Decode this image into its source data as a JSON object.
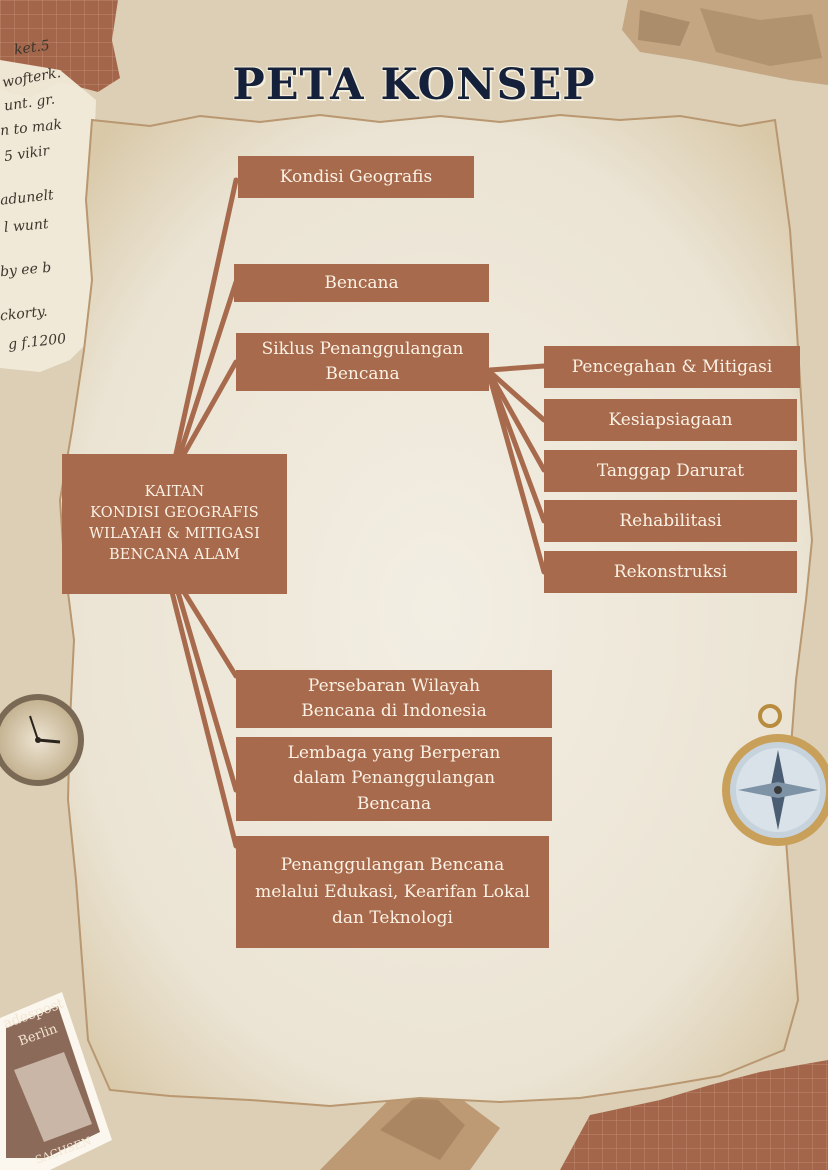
{
  "page": {
    "title": "PETA KONSEP"
  },
  "central_node": {
    "label": "KAITAN\nKONDISI GEOGRAFIS\nWILAYAH & MITIGASI\nBENCANA ALAM"
  },
  "upper_nodes": [
    {
      "label": "Kondisi Geografis"
    },
    {
      "label": "Bencana"
    },
    {
      "label": "Siklus Penanggulangan\nBencana"
    }
  ],
  "cycle_nodes": [
    {
      "label": "Pencegahan & Mitigasi"
    },
    {
      "label": "Kesiapsiagaan"
    },
    {
      "label": "Tanggap Darurat"
    },
    {
      "label": "Rehabilitasi"
    },
    {
      "label": "Rekonstruksi"
    }
  ],
  "lower_nodes": [
    {
      "label": "Persebaran Wilayah\nBencana di Indonesia"
    },
    {
      "label": "Lembaga yang Berperan\ndalam Penanggulangan\nBencana"
    },
    {
      "label": "Penanggulangan Bencana\nmelalui Edukasi, Kearifan Lokal\ndan Teknologi"
    }
  ],
  "decor": {
    "stamp_text_top": "adespost",
    "stamp_text_city": "Berlin",
    "stamp_text_bottom": "SACHSEN",
    "handwriting_lines": [
      "ket.5",
      "wofterk.",
      "unt. gr.",
      "n to mak",
      "5 vikir",
      "adunelt",
      "l wunt",
      "by ee b",
      "ckorty.",
      "g f.1200"
    ],
    "colors": {
      "node": "#a76a4c",
      "connector": "#a76a4c",
      "title": "#15213a",
      "paper": "#efe9dc",
      "background": "#dccfb5",
      "brick": "#a4664a"
    }
  }
}
